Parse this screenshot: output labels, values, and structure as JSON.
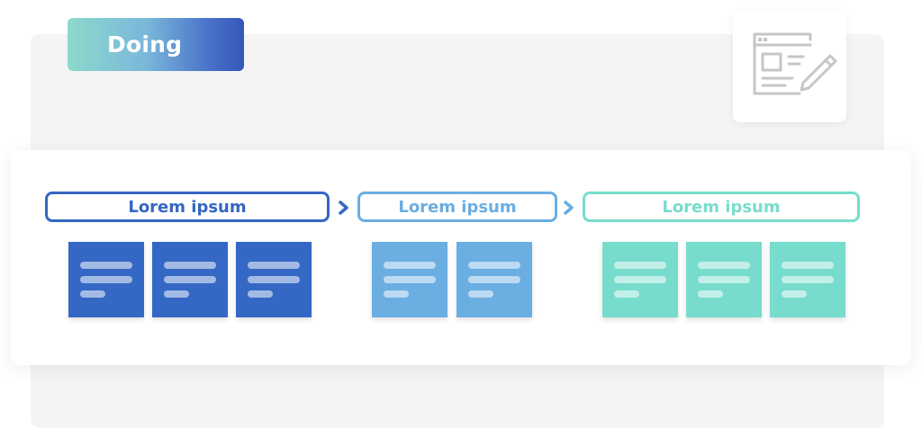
{
  "badge": {
    "label": "Doing"
  },
  "icons": {
    "document": "edit-document-icon",
    "arrow": "chevron-right-icon"
  },
  "colors": {
    "stage1": "#3468c4",
    "stage2": "#6aaee2",
    "stage3": "#78dccc",
    "icon_gray": "#c6c6c6"
  },
  "stages": [
    {
      "label": "Lorem ipsum",
      "cards": 3
    },
    {
      "label": "Lorem ipsum",
      "cards": 2
    },
    {
      "label": "Lorem ipsum",
      "cards": 3
    }
  ]
}
